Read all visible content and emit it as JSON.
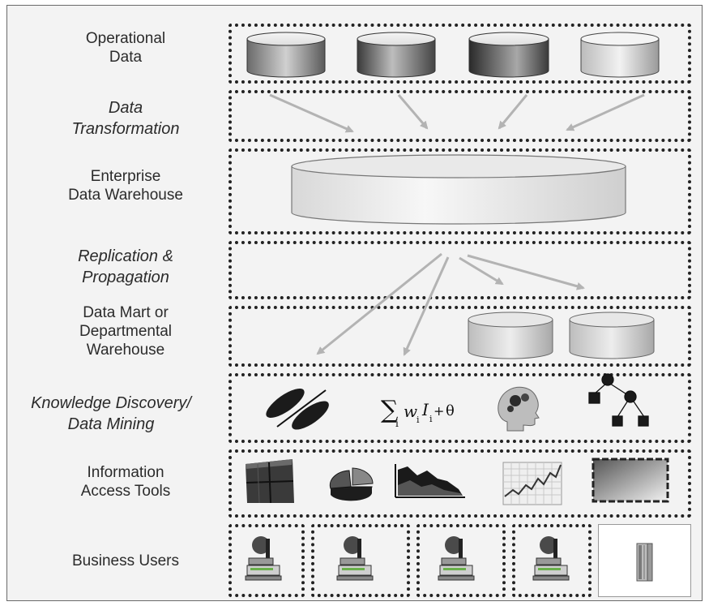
{
  "layers": [
    {
      "id": "operational",
      "line1": "Operational",
      "line2": "Data",
      "italic": false
    },
    {
      "id": "transformation",
      "line1": "Data",
      "line2": "Transformation",
      "italic": true
    },
    {
      "id": "warehouse",
      "line1": "Enterprise",
      "line2": "Data Warehouse",
      "italic": false
    },
    {
      "id": "replication",
      "line1": "Replication &",
      "line2": "Propagation",
      "italic": true
    },
    {
      "id": "mart",
      "line1": "Data Mart or",
      "line2": "Departmental",
      "line3": "Warehouse",
      "italic": false
    },
    {
      "id": "mining",
      "line1": "Knowledge Discovery/",
      "line2": "Data Mining",
      "italic": true
    },
    {
      "id": "access",
      "line1": "Information",
      "line2": "Access Tools",
      "italic": false
    },
    {
      "id": "users",
      "line1": "Business Users",
      "italic": false
    }
  ],
  "formula": {
    "sum": "∑",
    "sub": "i",
    "term": "w",
    "term_sub": "i",
    "term2": "I",
    "term2_sub": "i",
    "plus": "+",
    "theta": "θ"
  },
  "colors": {
    "frame_bg": "#f3f3f3",
    "border": "#222222",
    "arrow": "#b5b5b5",
    "cylinder_dark": "#555555",
    "cylinder_light": "#e2e2e2"
  },
  "icons": [
    "database-cylinder",
    "clustering-icon",
    "formula-icon",
    "brain-head-icon",
    "decision-tree-icon",
    "cube-icon",
    "pie-chart-icon",
    "area-chart-icon",
    "line-chart-icon",
    "report-frame-icon",
    "workstation-icon",
    "server-tower-icon"
  ]
}
